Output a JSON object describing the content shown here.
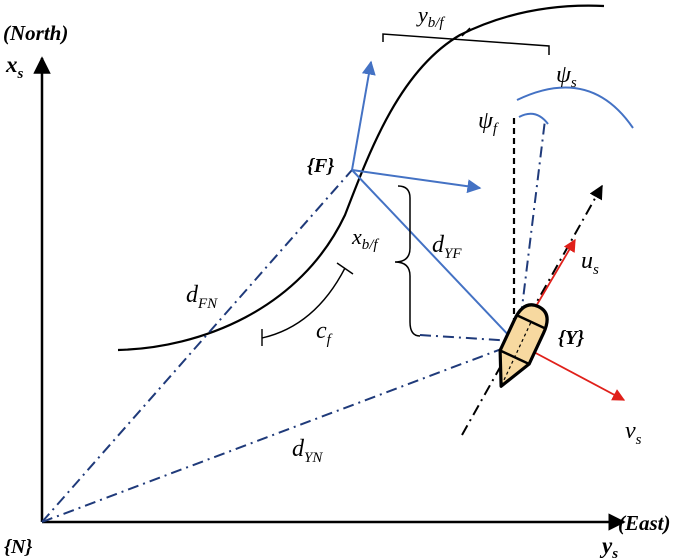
{
  "diagram": {
    "axes": {
      "north_label": "(North)",
      "x_main": "x",
      "x_sub": "s",
      "east_label": "(East)",
      "y_main": "y",
      "y_sub": "s",
      "origin_label": "{N}"
    },
    "frames": {
      "f_label": "{F}",
      "y_label": "{Y}"
    },
    "labels": {
      "ybf_main": "y",
      "ybf_sub": "b/f",
      "psi_s_main": "ψ",
      "psi_s_sub": "s",
      "psi_f_main": "ψ",
      "psi_f_sub": "f",
      "xbf_main": "x",
      "xbf_sub": "b/f",
      "dyf_main": "d",
      "dyf_sub": "YF",
      "dfn_main": "d",
      "dfn_sub": "FN",
      "cf_main": "c",
      "cf_sub": "f",
      "us_main": "u",
      "us_sub": "s",
      "vs_main": "v",
      "vs_sub": "s",
      "dyn_main": "d",
      "dyn_sub": "YN"
    },
    "colors": {
      "black": "#000000",
      "blue": "#4472c4",
      "navy": "#1f3a7a",
      "red": "#e0201a",
      "boat_fill": "#f7d9a0"
    }
  }
}
